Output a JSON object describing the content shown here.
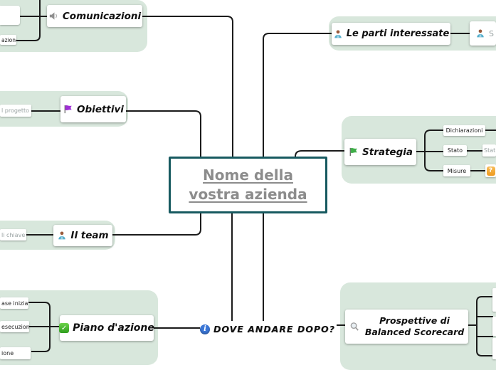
{
  "map": {
    "center": {
      "line1": "Nome della",
      "line2": "vostra azienda"
    },
    "branches": {
      "comunicazioni": {
        "label": "Comunicazioni",
        "icon": "speaker-icon",
        "children": [
          {
            "label": ""
          },
          {
            "label": "azione"
          }
        ]
      },
      "obiettivi": {
        "label": "Obiettivi",
        "icon": "purple-flag-icon",
        "left_label": "l progetto"
      },
      "team": {
        "label": "Il team",
        "icon": "person-icon",
        "left_label": "li chiave"
      },
      "piano": {
        "label": "Piano d'azione",
        "icon": "green-check-icon",
        "children": [
          {
            "label": "ase iniziale"
          },
          {
            "label": "esecuzione"
          },
          {
            "label": "ione"
          }
        ]
      },
      "parti": {
        "label": "Le parti interessate",
        "icon": "person-icon",
        "child_label": "S",
        "child_icon": "person-icon"
      },
      "strategia": {
        "label": "Strategia",
        "icon": "green-flag-icon",
        "children": [
          {
            "label": "Dichiarazioni"
          },
          {
            "label": "Stato",
            "right_label": "Stat"
          },
          {
            "label": "Misure",
            "right_icon": "question-icon"
          }
        ]
      },
      "prospettive": {
        "line1": "Prospettive di",
        "line2": "Balanced Scorecard",
        "icon": "magnifier-icon"
      },
      "dove": {
        "label": "DOVE ANDARE DOPO?",
        "icon": "info-icon"
      }
    },
    "icon_glyphs": {
      "question": "?",
      "info": "i",
      "check": "✓"
    },
    "colors": {
      "container_green": "#d8e7dc",
      "center_border_teal": "#175a60",
      "center_text_gray": "#8c8c8c",
      "muted_text_gray": "#9aa3a3",
      "connector_black": "#1b1b1b",
      "flag_purple": "#a02fd6",
      "flag_green": "#3fae49",
      "check_green": "#41bb2e",
      "info_blue": "#3a76d6",
      "question_orange": "#ef9a1f",
      "speaker_gray": "#909090",
      "person_body_blue": "#56aecb",
      "person_head_brown": "#9a5b3c"
    }
  }
}
